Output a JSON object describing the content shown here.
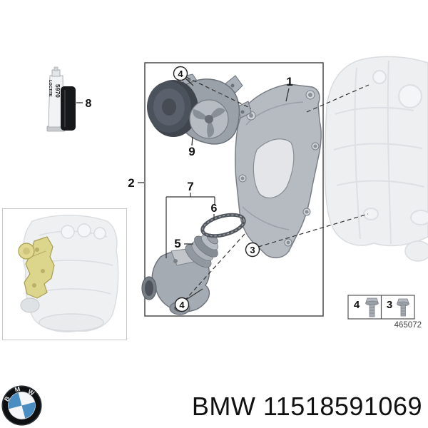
{
  "diagram": {
    "callouts": {
      "bracket": "1",
      "assembly_group": "2",
      "bracket_bolt": "3",
      "pump_bolt_top": "4",
      "housing_bolt_bottom": "4",
      "thermostat": "5",
      "gasket_ring": "6",
      "thermostat_kit": "7",
      "sealant": "8",
      "water_pump": "9"
    },
    "sealant_tube": {
      "brand": "LOCTITE",
      "code": "5970"
    },
    "fastener_table": {
      "cells": [
        {
          "label": "4",
          "icon": "hex-flange-bolt"
        },
        {
          "label": "3",
          "icon": "hex-flange-bolt"
        }
      ],
      "figure_number": "465072"
    }
  },
  "footer": {
    "brand": "BMW",
    "part_number": "11518591069",
    "logo_letters": [
      "B",
      "M",
      "W"
    ]
  },
  "colors": {
    "highlight_yellow": "#ddd68c",
    "metal_gray": "#b6bbc2",
    "dark_pulley": "#474c55",
    "bmw_blue": "#4a8dc2",
    "callout_line": "#333333"
  }
}
